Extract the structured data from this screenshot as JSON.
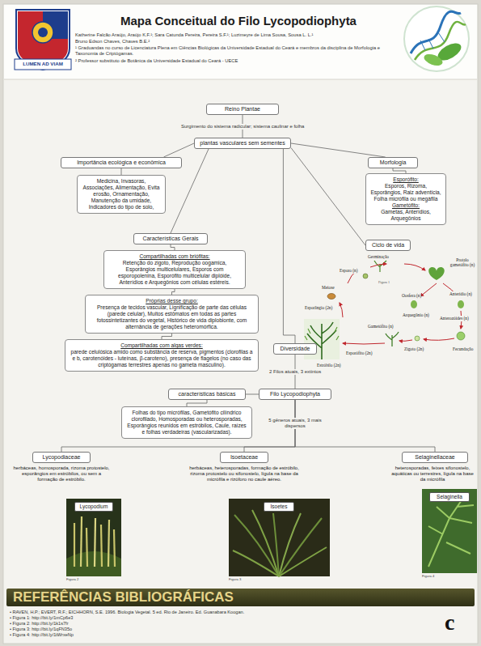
{
  "diagram": {
    "title": "Mapa Conceitual do Filo Lycopodiophyta",
    "nodes": [
      {
        "text": [
          "Reino Plantae"
        ]
      },
      {
        "text": [
          "plantas vasculares sem sementes"
        ]
      },
      {
        "text": [
          "Importância ecológica e econômica"
        ]
      },
      {
        "text": [
          "Medicina, Invasoras, Associações, Alimentação, Evita erosão, Ornamentação, Manutenção da umidade, Indicadores do tipo de solo,"
        ]
      },
      {
        "text": [
          "Morfologia"
        ]
      },
      {
        "text": [
          "Esporófito:",
          "Esporos, Rizoma, Esporângios, Raiz adventícia, Folha micrófila ou megáfila",
          "Gametófito:",
          "Gametas, Anterídios, Arquegônios"
        ]
      },
      {
        "text": [
          "Características Gerais"
        ]
      },
      {
        "text": [
          "Compartilhadas com briófitas:",
          "Retenção do zigoto, Reprodução oogamica, Esporângios multicelulares, Esporos com esporopolenina, Esporófito multicelular diplóide, Anterídios e Arquegônios com células estéreis."
        ]
      },
      {
        "text": [
          "Próprias desse grupo:",
          "Presença de tecidos vascular, Lignificação de parte das células (parede celular), Muitos estômatos em todas as partes fotossintetizantes do vegetal, Histórico de vida diplobionte, com alternância de gerações heteromórfica."
        ]
      },
      {
        "text": [
          "Compartilhadas com algas verdes:",
          "parede celulósica amido como substância de reserva, pigmentos (clorofilas a e b, carotenóides - luteínas, β-caroteno), presença de flagelos (no caso das criptógamas terrestres apenas no gameta masculino)."
        ]
      },
      {
        "text": [
          "Ciclo de vida"
        ]
      },
      {
        "text": [
          "Diversidade"
        ]
      },
      {
        "text": [
          "características básicas"
        ]
      },
      {
        "text": [
          "Filo Lycopodiophyta"
        ]
      },
      {
        "text": [
          "Folhas do tipo micrófilas, Gametófito cilíndrico clorofilado, Homosporadas ou heterosporadas, Esporângios reunidos em estróbilos, Caule, raízes e folhas verdadeiras (vascularizadas)."
        ]
      },
      {
        "text": [
          "Lycopodiaceae"
        ]
      },
      {
        "text": [
          "Isoetaceae"
        ]
      },
      {
        "text": [
          "Selaginellaceae"
        ]
      },
      {
        "text": [
          "Lycopodium"
        ]
      },
      {
        "text": [
          "Isoetes"
        ]
      },
      {
        "text": [
          "Selaginella"
        ]
      },
      {
        "text": [
          "REFERÊNCIAS BIBLIOGRÁFICAS"
        ]
      }
    ],
    "edges": [
      {
        "from": 0,
        "to": 1,
        "arrow": "none",
        "label": "Surgimento do sistema radicular; sistema caulinar e folha"
      },
      {
        "from": 1,
        "to": 2,
        "arrow": "none"
      },
      {
        "from": 1,
        "to": 4,
        "arrow": "none"
      },
      {
        "from": 1,
        "to": 6,
        "arrow": "none"
      },
      {
        "from": 1,
        "to": 10,
        "arrow": "none"
      },
      {
        "from": 1,
        "to": 11,
        "arrow": "none"
      },
      {
        "from": 2,
        "to": 3,
        "arrow": "none"
      },
      {
        "from": 4,
        "to": 5,
        "arrow": "none"
      },
      {
        "from": 6,
        "to": 7,
        "arrow": "none"
      },
      {
        "from": 7,
        "to": 8,
        "arrow": "none"
      },
      {
        "from": 8,
        "to": 9,
        "arrow": "none"
      },
      {
        "from": 11,
        "to": 13,
        "arrow": "none",
        "label": "2 Filos atuais, 3 extintos"
      },
      {
        "from": 12,
        "to": 13,
        "arrow": "none"
      },
      {
        "from": 12,
        "to": 14,
        "arrow": "none"
      },
      {
        "from": 13,
        "to": 15,
        "arrow": "none"
      },
      {
        "from": 13,
        "to": 16,
        "arrow": "none",
        "label": "5 gêneros atuais, 3 mais dispersos"
      },
      {
        "from": 13,
        "to": 17,
        "arrow": "none"
      }
    ],
    "labels": [
      "LUMEN AD VIAM",
      "Katherine Falcão Araújo, Araújo K.F.¹; Sara Catunda Pereira, Pereira S.F.¹; Luzimeyre de Lima Sousa, Sousa L. L.¹",
      "Bruno Edson Chaves, Chaves B.E.²",
      "¹ Graduandas no curso de Licenciatura Plena em Ciências Biológicas da Universidade Estadual do Ceará e membros da disciplina de Morfologia e Taxonomia de Criptógamas.",
      "² Professor substituto de Botânica da Universidade Estadual do Ceará - UECE",
      "Germinação",
      "Esporo (n)",
      "Meiose",
      "Protalo gametófito (n)",
      "Esporângio (2n)",
      "Oosfera (n)",
      "Anterídio (n)",
      "Arquegônio (n)",
      "Anterozóides (n)",
      "Gametófito (n)",
      "Zigoto (2n)",
      "Fecundação",
      "Esporófito (2n)",
      "Estróbilo (2n)",
      "Figura 1",
      "herbáceas, homosporada, rizoma protostelo, esporângios em estróbilos, ou sem a formação de estróbilo.",
      "herbáceas, heterosporadas, formação de estróbilo, rizoma protostelo ou sifonostelo, lígula na base da micrófila e rizóforo no caule aéreo.",
      "heterosporadas, feixes sifonostelo, aquáticas ou terrestres, lígula na base da micrófila",
      "Figura 2",
      "Figura 3",
      "Figura 4",
      "• RAVEN, H.P.; EVERT, R.F.; EICHHORN, S.E. 1996. Biologia Vegetal. 5 ed. Rio de Janeiro. Ed. Guanabara Koogan.",
      "• Figura 1: http://bit.ly/1mCp6e3",
      "• Figura 2: http://bit.ly/1k1s7fr",
      "• Figura 3: http://bit.ly/1qFN35o",
      "• Figura 4: http://bit.ly/1tWrxeNp",
      "c"
    ]
  }
}
